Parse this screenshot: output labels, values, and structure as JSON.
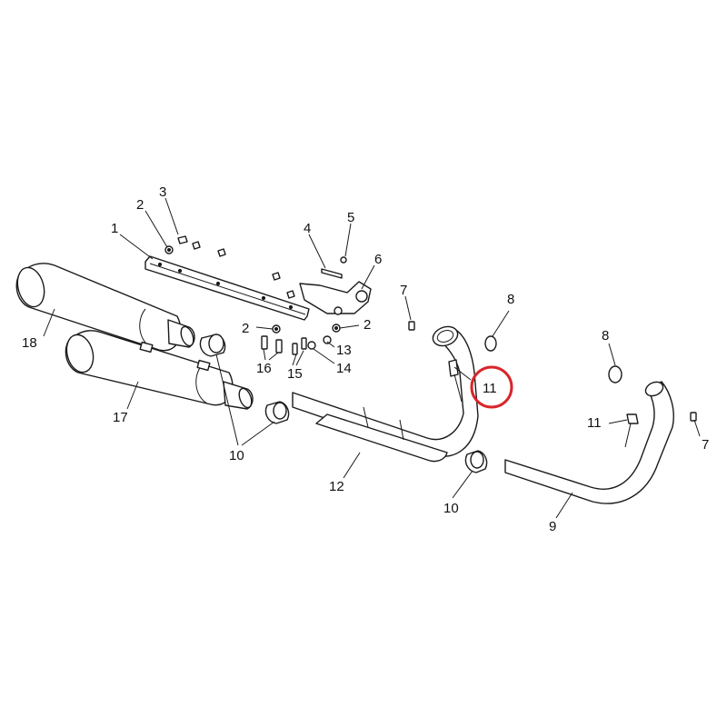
{
  "callouts": {
    "c1": "1",
    "c2a": "2",
    "c2b": "2",
    "c2c": "2",
    "c3": "3",
    "c4": "4",
    "c5": "5",
    "c6": "6",
    "c7a": "7",
    "c7b": "7",
    "c8a": "8",
    "c8b": "8",
    "c9": "9",
    "c10a": "10",
    "c10b": "10",
    "c11a": "11",
    "c11b": "11",
    "c12": "12",
    "c13": "13",
    "c14": "14",
    "c15": "15",
    "c16": "16",
    "c17": "17",
    "c18": "18"
  },
  "highlight": {
    "part": "11",
    "color": "#d9252b"
  }
}
